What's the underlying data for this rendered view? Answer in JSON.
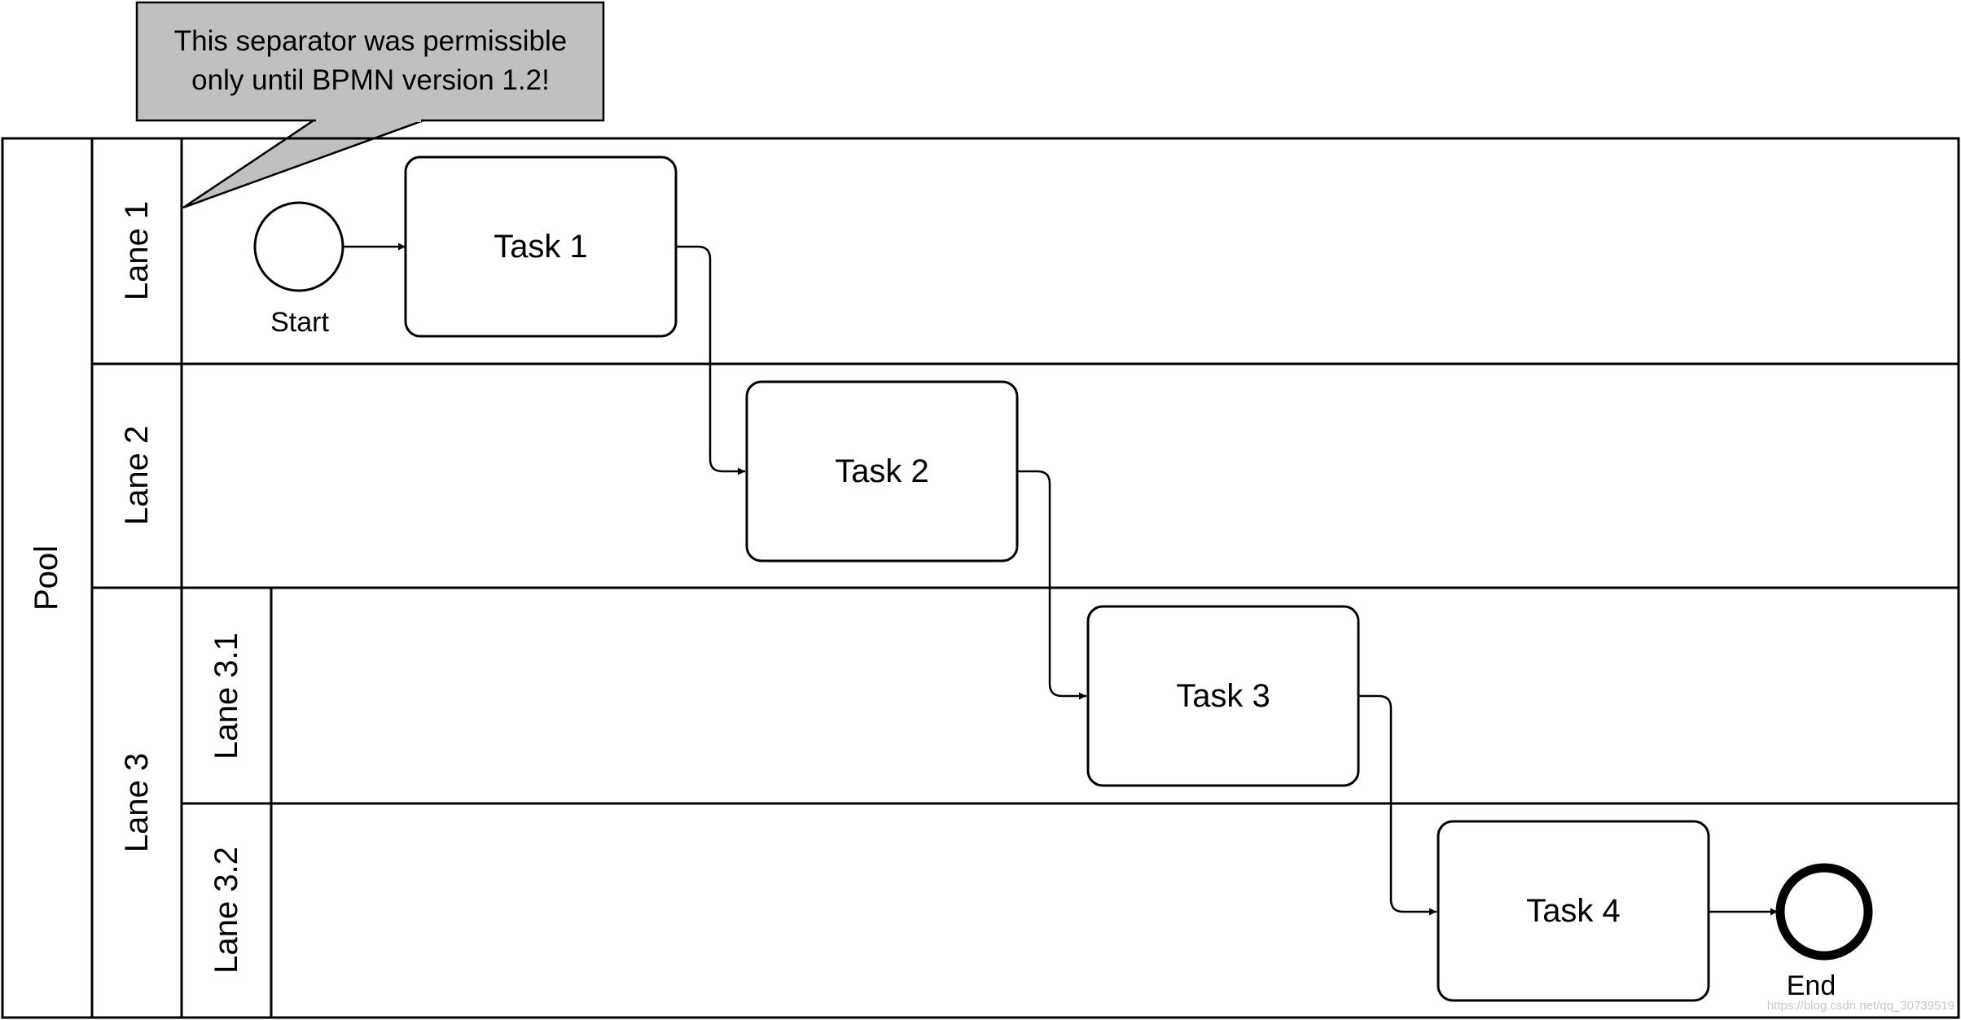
{
  "callout": {
    "line1": "This separator was permissible",
    "line2": "only until BPMN version 1.2!"
  },
  "pool": {
    "label": "Pool"
  },
  "lanes": {
    "lane1": "Lane 1",
    "lane2": "Lane 2",
    "lane3": "Lane 3",
    "lane3_1": "Lane 3.1",
    "lane3_2": "Lane 3.2"
  },
  "tasks": {
    "task1": "Task 1",
    "task2": "Task 2",
    "task3": "Task 3",
    "task4": "Task 4"
  },
  "events": {
    "start": "Start",
    "end": "End"
  },
  "watermark": "https://blog.csdn.net/qq_30739519",
  "colors": {
    "callout_fill": "#c0c0c0",
    "stroke": "#000000",
    "background": "#ffffff"
  }
}
